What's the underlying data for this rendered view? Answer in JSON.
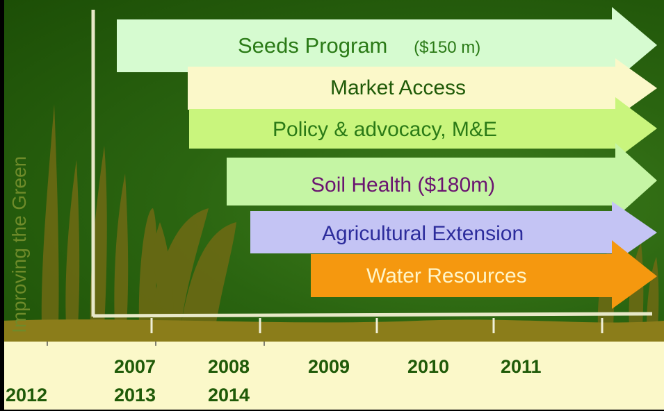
{
  "side_title": "Improving the Green",
  "bars": [
    {
      "label": "Seeds Program",
      "note": "($150 m)",
      "fill": "#d6fbd0",
      "text_color": "#2a7a16"
    },
    {
      "label": "Market Access",
      "fill": "#fbf8c9",
      "text_color": "#1f5a08"
    },
    {
      "label": "Policy & advocacy, M&E",
      "fill": "#c9f57d",
      "text_color": "#2a7a16"
    },
    {
      "label": "Soil Health ($180m)",
      "fill": "#c5f5a4",
      "text_color": "#6a1470"
    },
    {
      "label": "Agricultural Extension",
      "fill": "#c4c4f4",
      "text_color": "#2c2c9c"
    },
    {
      "label": "Water Resources",
      "fill": "#f5980f",
      "text_color": "#fff5c8"
    }
  ],
  "years_row1": [
    "2007",
    "2008",
    "2009",
    "2010",
    "2011"
  ],
  "years_row2": [
    "2012",
    "2013",
    "2014"
  ],
  "colors": {
    "background": "#1c4e06",
    "axis": "#e8e8c8",
    "ground": "#8b7d1a"
  }
}
